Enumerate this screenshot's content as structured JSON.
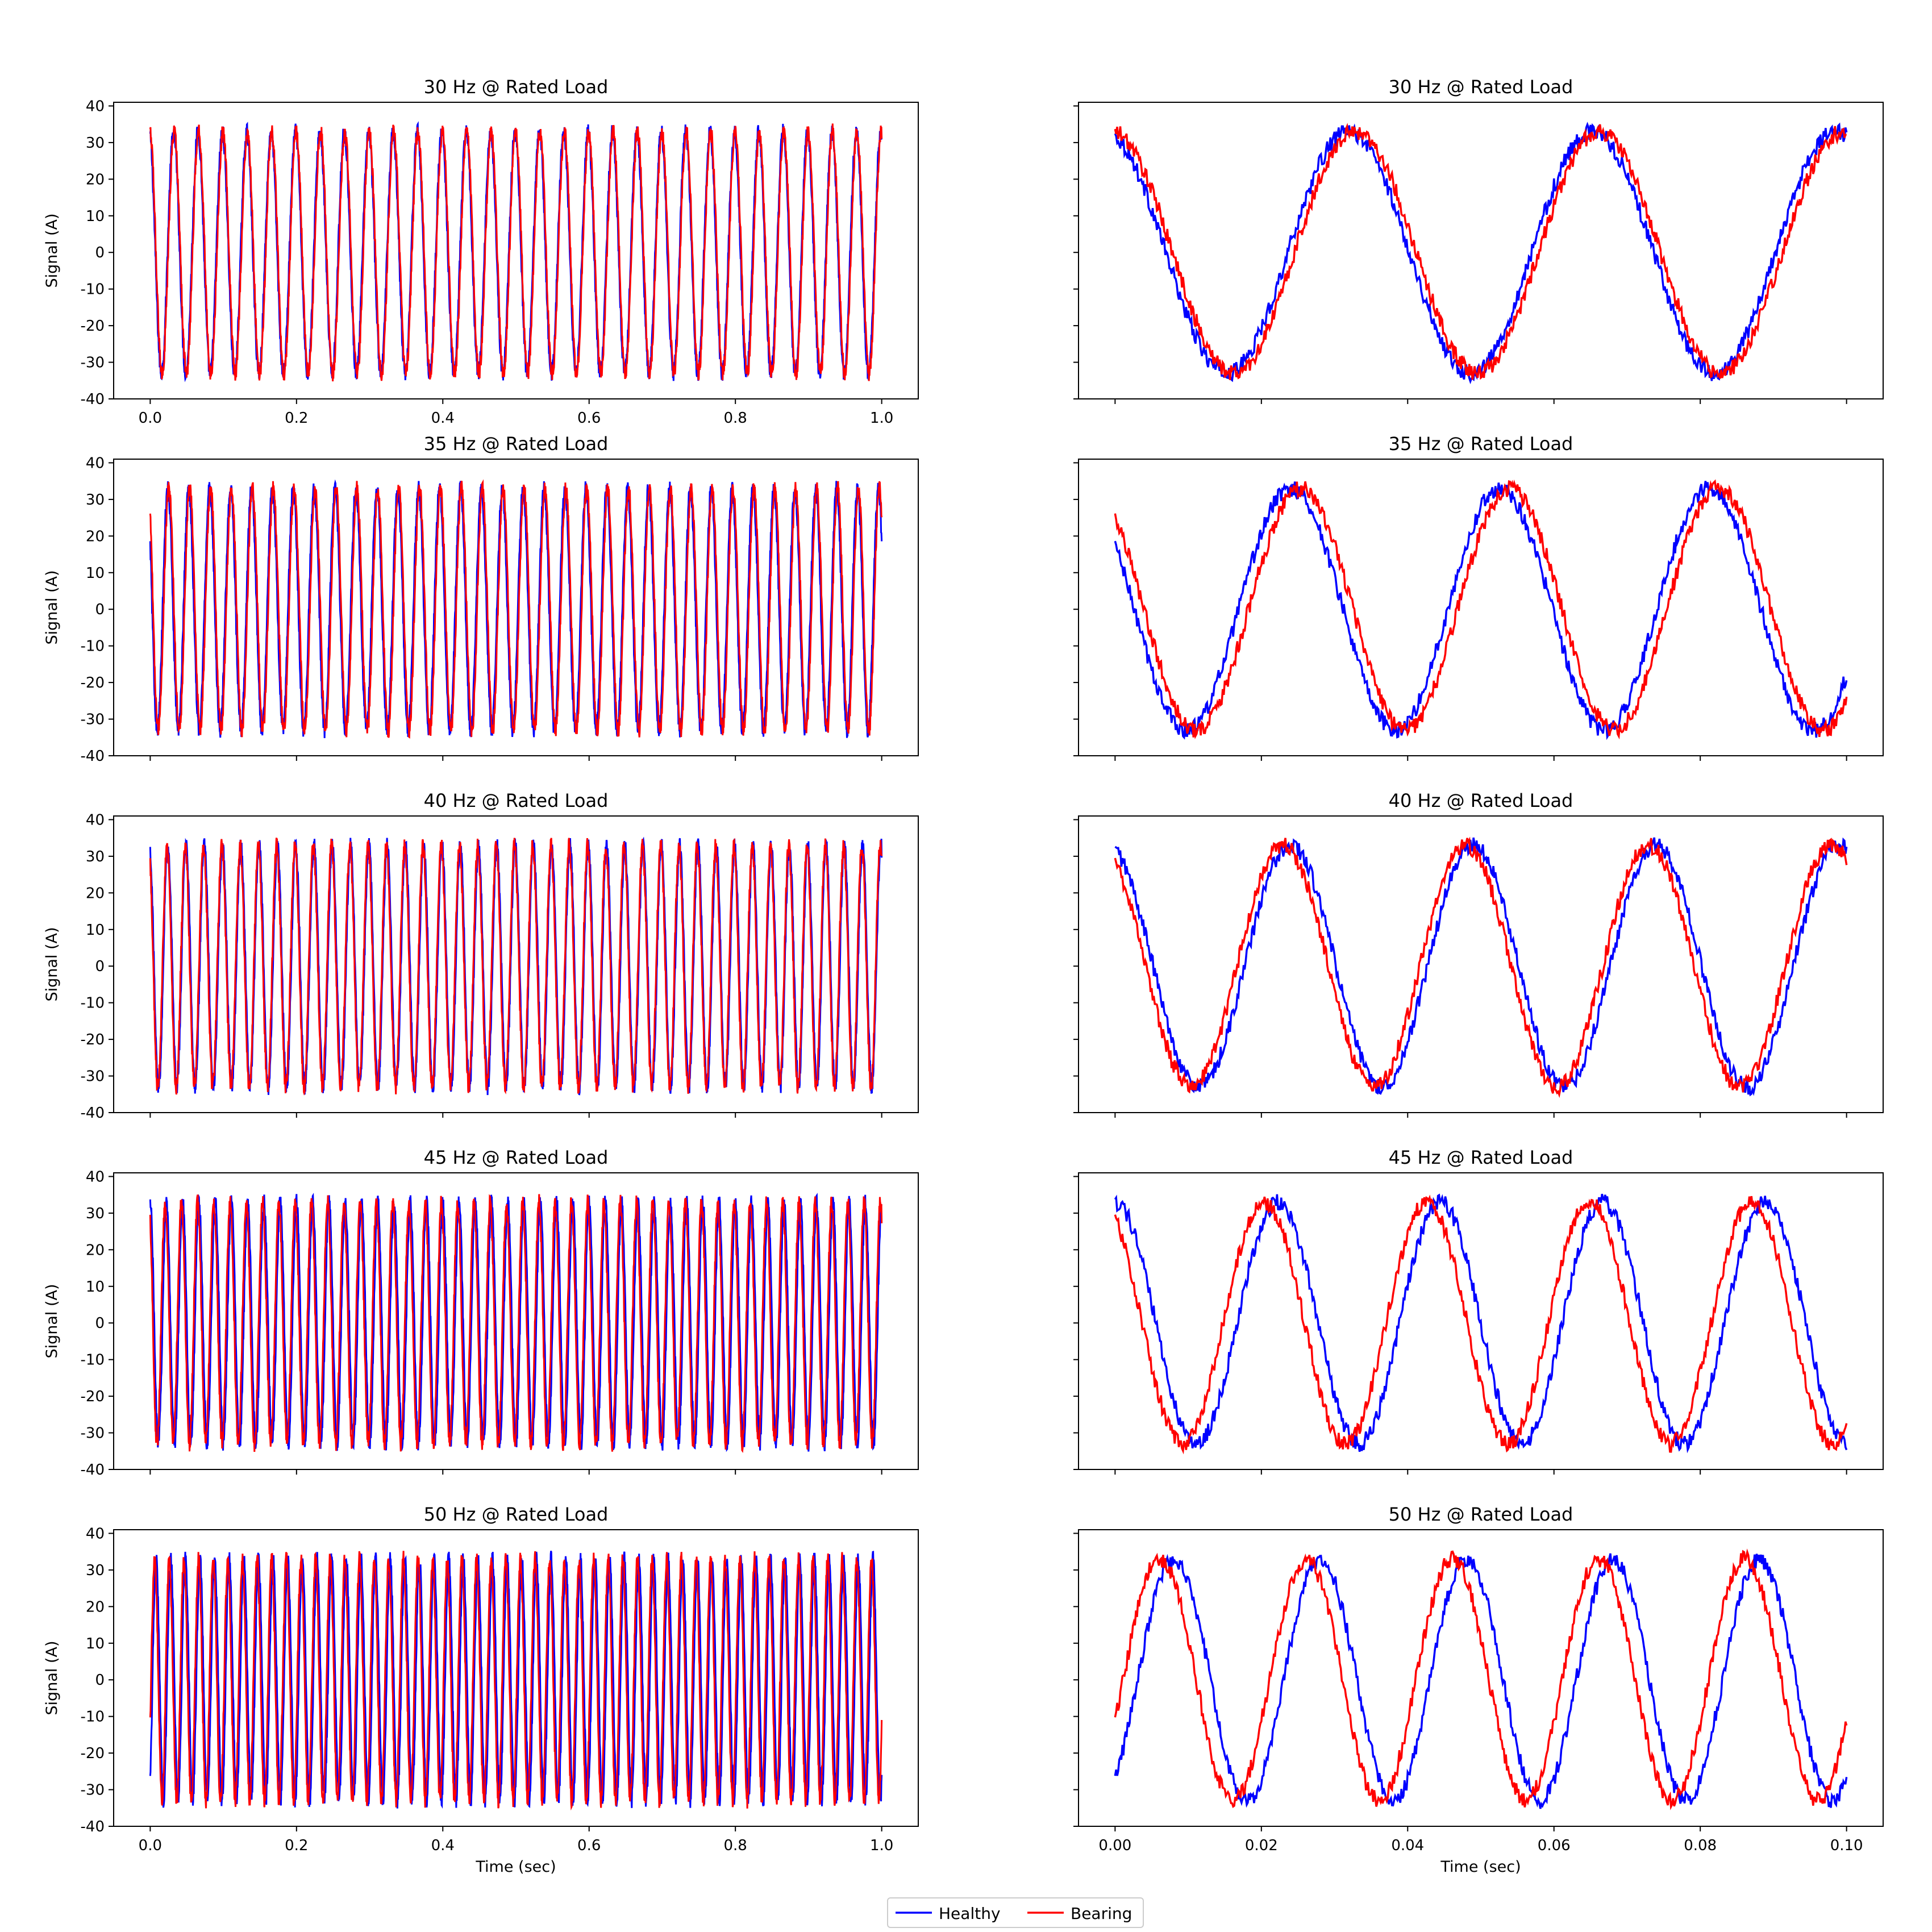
{
  "chart_data": [
    {
      "type": "line",
      "title": "30 Hz @ Rated Load",
      "xlabel": "",
      "ylabel": "Signal (A)",
      "xlim": [
        -0.05,
        1.05
      ],
      "ylim": [
        -40,
        41
      ],
      "xticks": [
        "0.0",
        "0.2",
        "0.4",
        "0.6",
        "0.8",
        "1.0"
      ],
      "yticks": [
        "-40",
        "-30",
        "-20",
        "-10",
        "0",
        "10",
        "20",
        "30",
        "40"
      ],
      "series": [
        {
          "name": "Healthy",
          "color": "#0000ff",
          "freq": 30,
          "amplitude": 33,
          "phase_deg": 15
        },
        {
          "name": "Bearing",
          "color": "#ff0000",
          "freq": 30,
          "amplitude": 33,
          "phase_deg": 5
        }
      ]
    },
    {
      "type": "line",
      "title": "30 Hz @ Rated Load",
      "xlabel": "",
      "ylabel": "",
      "xlim": [
        -0.005,
        0.105
      ],
      "ylim": [
        -40,
        41
      ],
      "xticks": [
        "",
        "",
        "",
        "",
        "",
        ""
      ],
      "series": [
        {
          "name": "Healthy",
          "color": "#0000ff",
          "freq": 30,
          "amplitude": 33,
          "phase_deg": 15
        },
        {
          "name": "Bearing",
          "color": "#ff0000",
          "freq": 30,
          "amplitude": 33,
          "phase_deg": 5
        }
      ]
    },
    {
      "type": "line",
      "title": "35 Hz @ Rated Load",
      "xlabel": "",
      "ylabel": "Signal (A)",
      "xlim": [
        -0.05,
        1.05
      ],
      "ylim": [
        -40,
        41
      ],
      "xticks": [
        "",
        "",
        "",
        "",
        "",
        ""
      ],
      "yticks": [
        "-40",
        "-30",
        "-20",
        "-10",
        "0",
        "10",
        "20",
        "30",
        "40"
      ],
      "series": [
        {
          "name": "Healthy",
          "color": "#0000ff",
          "freq": 35,
          "amplitude": 33,
          "phase_deg": 57
        },
        {
          "name": "Bearing",
          "color": "#ff0000",
          "freq": 35,
          "amplitude": 33,
          "phase_deg": 40
        }
      ]
    },
    {
      "type": "line",
      "title": "35 Hz @ Rated Load",
      "xlabel": "",
      "ylabel": "",
      "xlim": [
        -0.005,
        0.105
      ],
      "ylim": [
        -40,
        41
      ],
      "xticks": [
        "",
        "",
        "",
        "",
        "",
        ""
      ],
      "series": [
        {
          "name": "Healthy",
          "color": "#0000ff",
          "freq": 35,
          "amplitude": 33,
          "phase_deg": 57
        },
        {
          "name": "Bearing",
          "color": "#ff0000",
          "freq": 35,
          "amplitude": 33,
          "phase_deg": 40
        }
      ]
    },
    {
      "type": "line",
      "title": "40 Hz @ Rated Load",
      "xlabel": "",
      "ylabel": "Signal (A)",
      "xlim": [
        -0.05,
        1.05
      ],
      "ylim": [
        -40,
        41
      ],
      "xticks": [
        "",
        "",
        "",
        "",
        "",
        ""
      ],
      "yticks": [
        "-40",
        "-30",
        "-20",
        "-10",
        "0",
        "10",
        "20",
        "30",
        "40"
      ],
      "series": [
        {
          "name": "Healthy",
          "color": "#0000ff",
          "freq": 40,
          "amplitude": 33,
          "phase_deg": 15
        },
        {
          "name": "Bearing",
          "color": "#ff0000",
          "freq": 40,
          "amplitude": 33,
          "phase_deg": 30
        }
      ]
    },
    {
      "type": "line",
      "title": "40 Hz @ Rated Load",
      "xlabel": "",
      "ylabel": "",
      "xlim": [
        -0.005,
        0.105
      ],
      "ylim": [
        -40,
        41
      ],
      "xticks": [
        "",
        "",
        "",
        "",
        "",
        ""
      ],
      "series": [
        {
          "name": "Healthy",
          "color": "#0000ff",
          "freq": 40,
          "amplitude": 33,
          "phase_deg": 15
        },
        {
          "name": "Bearing",
          "color": "#ff0000",
          "freq": 40,
          "amplitude": 33,
          "phase_deg": 30
        }
      ]
    },
    {
      "type": "line",
      "title": "45 Hz @ Rated Load",
      "xlabel": "",
      "ylabel": "Signal (A)",
      "xlim": [
        -0.05,
        1.05
      ],
      "ylim": [
        -40,
        41
      ],
      "xticks": [
        "",
        "",
        "",
        "",
        "",
        ""
      ],
      "yticks": [
        "-40",
        "-30",
        "-20",
        "-10",
        "0",
        "10",
        "20",
        "30",
        "40"
      ],
      "series": [
        {
          "name": "Healthy",
          "color": "#0000ff",
          "freq": 45,
          "amplitude": 33,
          "phase_deg": 0
        },
        {
          "name": "Bearing",
          "color": "#ff0000",
          "freq": 45,
          "amplitude": 33,
          "phase_deg": 30
        }
      ]
    },
    {
      "type": "line",
      "title": "45 Hz @ Rated Load",
      "xlabel": "",
      "ylabel": "",
      "xlim": [
        -0.005,
        0.105
      ],
      "ylim": [
        -40,
        41
      ],
      "xticks": [
        "",
        "",
        "",
        "",
        "",
        ""
      ],
      "series": [
        {
          "name": "Healthy",
          "color": "#0000ff",
          "freq": 45,
          "amplitude": 33,
          "phase_deg": 0
        },
        {
          "name": "Bearing",
          "color": "#ff0000",
          "freq": 45,
          "amplitude": 33,
          "phase_deg": 30
        }
      ]
    },
    {
      "type": "line",
      "title": "50 Hz @ Rated Load",
      "xlabel": "Time (sec)",
      "ylabel": "Signal (A)",
      "xlim": [
        -0.05,
        1.05
      ],
      "ylim": [
        -40,
        41
      ],
      "xticks": [
        "0.0",
        "0.2",
        "0.4",
        "0.6",
        "0.8",
        "1.0"
      ],
      "yticks": [
        "-40",
        "-30",
        "-20",
        "-10",
        "0",
        "10",
        "20",
        "30",
        "40"
      ],
      "series": [
        {
          "name": "Healthy",
          "color": "#0000ff",
          "freq": 50,
          "amplitude": 33,
          "phase_deg": -145
        },
        {
          "name": "Bearing",
          "color": "#ff0000",
          "freq": 50,
          "amplitude": 33,
          "phase_deg": -110
        }
      ]
    },
    {
      "type": "line",
      "title": "50 Hz @ Rated Load",
      "xlabel": "Time (sec)",
      "ylabel": "",
      "xlim": [
        -0.005,
        0.105
      ],
      "ylim": [
        -40,
        41
      ],
      "xticks": [
        "0.00",
        "0.02",
        "0.04",
        "0.06",
        "0.08",
        "0.10"
      ],
      "series": [
        {
          "name": "Healthy",
          "color": "#0000ff",
          "freq": 50,
          "amplitude": 33,
          "phase_deg": -145
        },
        {
          "name": "Bearing",
          "color": "#ff0000",
          "freq": 50,
          "amplitude": 33,
          "phase_deg": -110
        }
      ]
    }
  ],
  "legend": {
    "placement": "bottom-center",
    "items": [
      {
        "label": "Healthy",
        "color": "#0000ff"
      },
      {
        "label": "Bearing",
        "color": "#ff0000"
      }
    ]
  }
}
